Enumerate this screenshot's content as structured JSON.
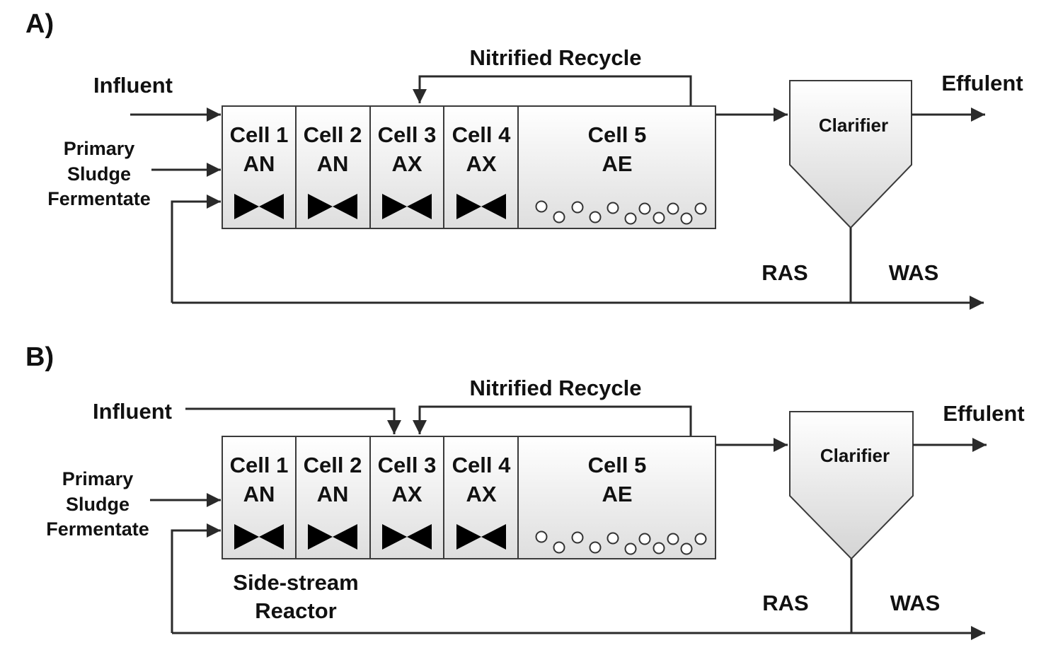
{
  "panels": [
    {
      "label": "A)",
      "influent": "Influent",
      "primary_sludge": [
        "Primary",
        "Sludge",
        "Fermentate"
      ],
      "recycle": "Nitrified Recycle",
      "cells": [
        {
          "name": "Cell 1",
          "zone": "AN"
        },
        {
          "name": "Cell 2",
          "zone": "AN"
        },
        {
          "name": "Cell 3",
          "zone": "AX"
        },
        {
          "name": "Cell 4",
          "zone": "AX"
        },
        {
          "name": "Cell 5",
          "zone": "AE"
        }
      ],
      "clarifier": "Clarifier",
      "effluent": "Effulent",
      "ras": "RAS",
      "was": "WAS"
    },
    {
      "label": "B)",
      "influent": "Influent",
      "primary_sludge": [
        "Primary",
        "Sludge",
        "Fermentate"
      ],
      "recycle": "Nitrified Recycle",
      "cells": [
        {
          "name": "Cell 1",
          "zone": "AN"
        },
        {
          "name": "Cell 2",
          "zone": "AN"
        },
        {
          "name": "Cell 3",
          "zone": "AX"
        },
        {
          "name": "Cell 4",
          "zone": "AX"
        },
        {
          "name": "Cell 5",
          "zone": "AE"
        }
      ],
      "clarifier": "Clarifier",
      "effluent": "Effulent",
      "ras": "RAS",
      "was": "WAS",
      "side_stream": [
        "Side-stream",
        "Reactor"
      ]
    }
  ]
}
